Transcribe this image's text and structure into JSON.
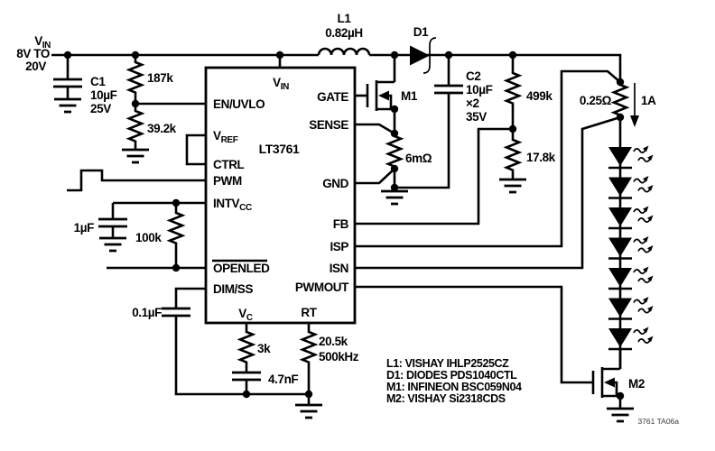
{
  "figure": {
    "id": "3761 TA06a"
  },
  "colors": {
    "ic_fill": "#e9b7ae",
    "wire": "#000000",
    "background": "#ffffff"
  },
  "supply": {
    "name_main": "V",
    "name_sub": "IN",
    "range_line1": "8V TO",
    "range_line2": "20V"
  },
  "ic": {
    "name": "LT3761",
    "pins": {
      "vin_main": "V",
      "vin_sub": "IN",
      "en_uvlo": "EN/UVLO",
      "vref_main": "V",
      "vref_sub": "REF",
      "ctrl": "CTRL",
      "pwm": "PWM",
      "intvcc_main": "INTV",
      "intvcc_sub": "CC",
      "openled": "OPENLED",
      "dim_ss": "DIM/SS",
      "vc_main": "V",
      "vc_sub": "C",
      "rt": "RT",
      "gate": "GATE",
      "sense": "SENSE",
      "gnd": "GND",
      "fb": "FB",
      "isp": "ISP",
      "isn": "ISN",
      "pwmout": "PWMOUT"
    }
  },
  "components": {
    "c1": {
      "ref": "C1",
      "value": "10µF",
      "rating": "25V"
    },
    "r_uvlo_top": {
      "value": "187k"
    },
    "r_uvlo_bottom": {
      "value": "39.2k"
    },
    "l1": {
      "ref": "L1",
      "value": "0.82µH"
    },
    "d1": {
      "ref": "D1"
    },
    "m1": {
      "ref": "M1"
    },
    "m2": {
      "ref": "M2"
    },
    "c2": {
      "ref": "C2",
      "value": "10µF",
      "mult": "×2",
      "rating": "35V"
    },
    "r_current_sense": {
      "value": "6mΩ"
    },
    "r_fb_top": {
      "value": "499k"
    },
    "r_fb_bottom": {
      "value": "17.8k"
    },
    "r_led_sense": {
      "value": "0.25Ω"
    },
    "led_current": {
      "value": "1A"
    },
    "c_intvcc": {
      "value": "1µF"
    },
    "r_openled": {
      "value": "100k"
    },
    "c_softstart": {
      "value": "0.1µF"
    },
    "r_comp": {
      "value": "3k"
    },
    "c_comp": {
      "value": "4.7nF"
    },
    "r_timing": {
      "value": "20.5k",
      "freq": "500kHz"
    }
  },
  "notes": {
    "l1": "L1: VISHAY IHLP2525CZ",
    "d1": "D1: DIODES PDS1040CTL",
    "m1": "M1: INFINEON BSC059N04",
    "m2": "M2: VISHAY Si2318CDS"
  }
}
